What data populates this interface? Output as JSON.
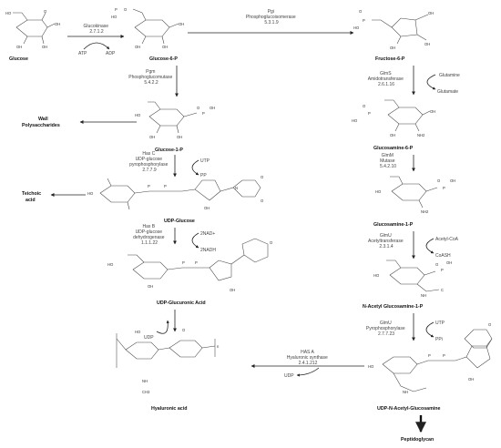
{
  "compounds": {
    "glucose": "Glucose",
    "g6p": "Glucose-6-P",
    "f6p": "Fructose-6-P",
    "g1p": "Glucose-1-P",
    "gln6p": "Glucosamine-6-P",
    "udpglc": "UDP-Glucose",
    "gln1p": "Glucosamine-1-P",
    "udpgla": "UDP-Glucuronic Acid",
    "nacg1p": "N-Acetyl Glucosamine-1-P",
    "ha": "Hyaluronic acid",
    "udpnag": "UDP-N-Acetyl-Glucosamine",
    "pg": "Peptidoglycan"
  },
  "sinks": {
    "wall_line1": "Wall",
    "wall_line2": "Polysaccharides",
    "teichoic_line1": "Teichoic",
    "teichoic_line2": "acid"
  },
  "enzymes": {
    "glk": [
      "Glucokinase",
      "2.7.1.2"
    ],
    "pgi": [
      "Pgi",
      "Phosphoglucoisomerase",
      "5.3.1.9"
    ],
    "pgm": [
      "Pgm",
      "Phosphoglucomutase",
      "5.4.2.2"
    ],
    "glms": [
      "GlmS",
      "Amidotransferase",
      "2.6.1.16"
    ],
    "hasc": [
      "Has C",
      "UDP-glucose",
      "pyrophosphorylase",
      "2.7.7.9"
    ],
    "glmm": [
      "GlmM",
      "Mutase",
      "5.4.2.10"
    ],
    "hasb": [
      "Has B",
      "UDP-glucose",
      "dehydrogenase",
      "1.1.1.22"
    ],
    "glmu1": [
      "GlmU",
      "Acetyltransferase",
      "2.3.1.4"
    ],
    "glmu2": [
      "GlmU",
      "Pyrophosphorylase",
      "2.7.7.23"
    ],
    "hasa": [
      "HAS A",
      "Hyaluronic synthase",
      "2.4.1.212"
    ]
  },
  "cofactors": {
    "atp": "ATP",
    "adp": "ADP",
    "glutamine": "Glutamine",
    "glutamate": "Glutamate",
    "utp1": "UTP",
    "pp": "PP",
    "nad": "2NAD+",
    "nadh": "2NADH",
    "acetylcoa": "Acetyl-CoA",
    "coash": "CoASH",
    "utp2": "UTP",
    "ppi": "PPi",
    "udp1": "UDP",
    "udp2": "UDP"
  },
  "chem": {
    "oh": "OH",
    "ho": "HO",
    "o": "O",
    "p": "P",
    "nh2": "NH2",
    "nh": "NH",
    "n": "N",
    "h": "H",
    "c": "C",
    "ch3": "CH3",
    "n_rep": "n"
  }
}
